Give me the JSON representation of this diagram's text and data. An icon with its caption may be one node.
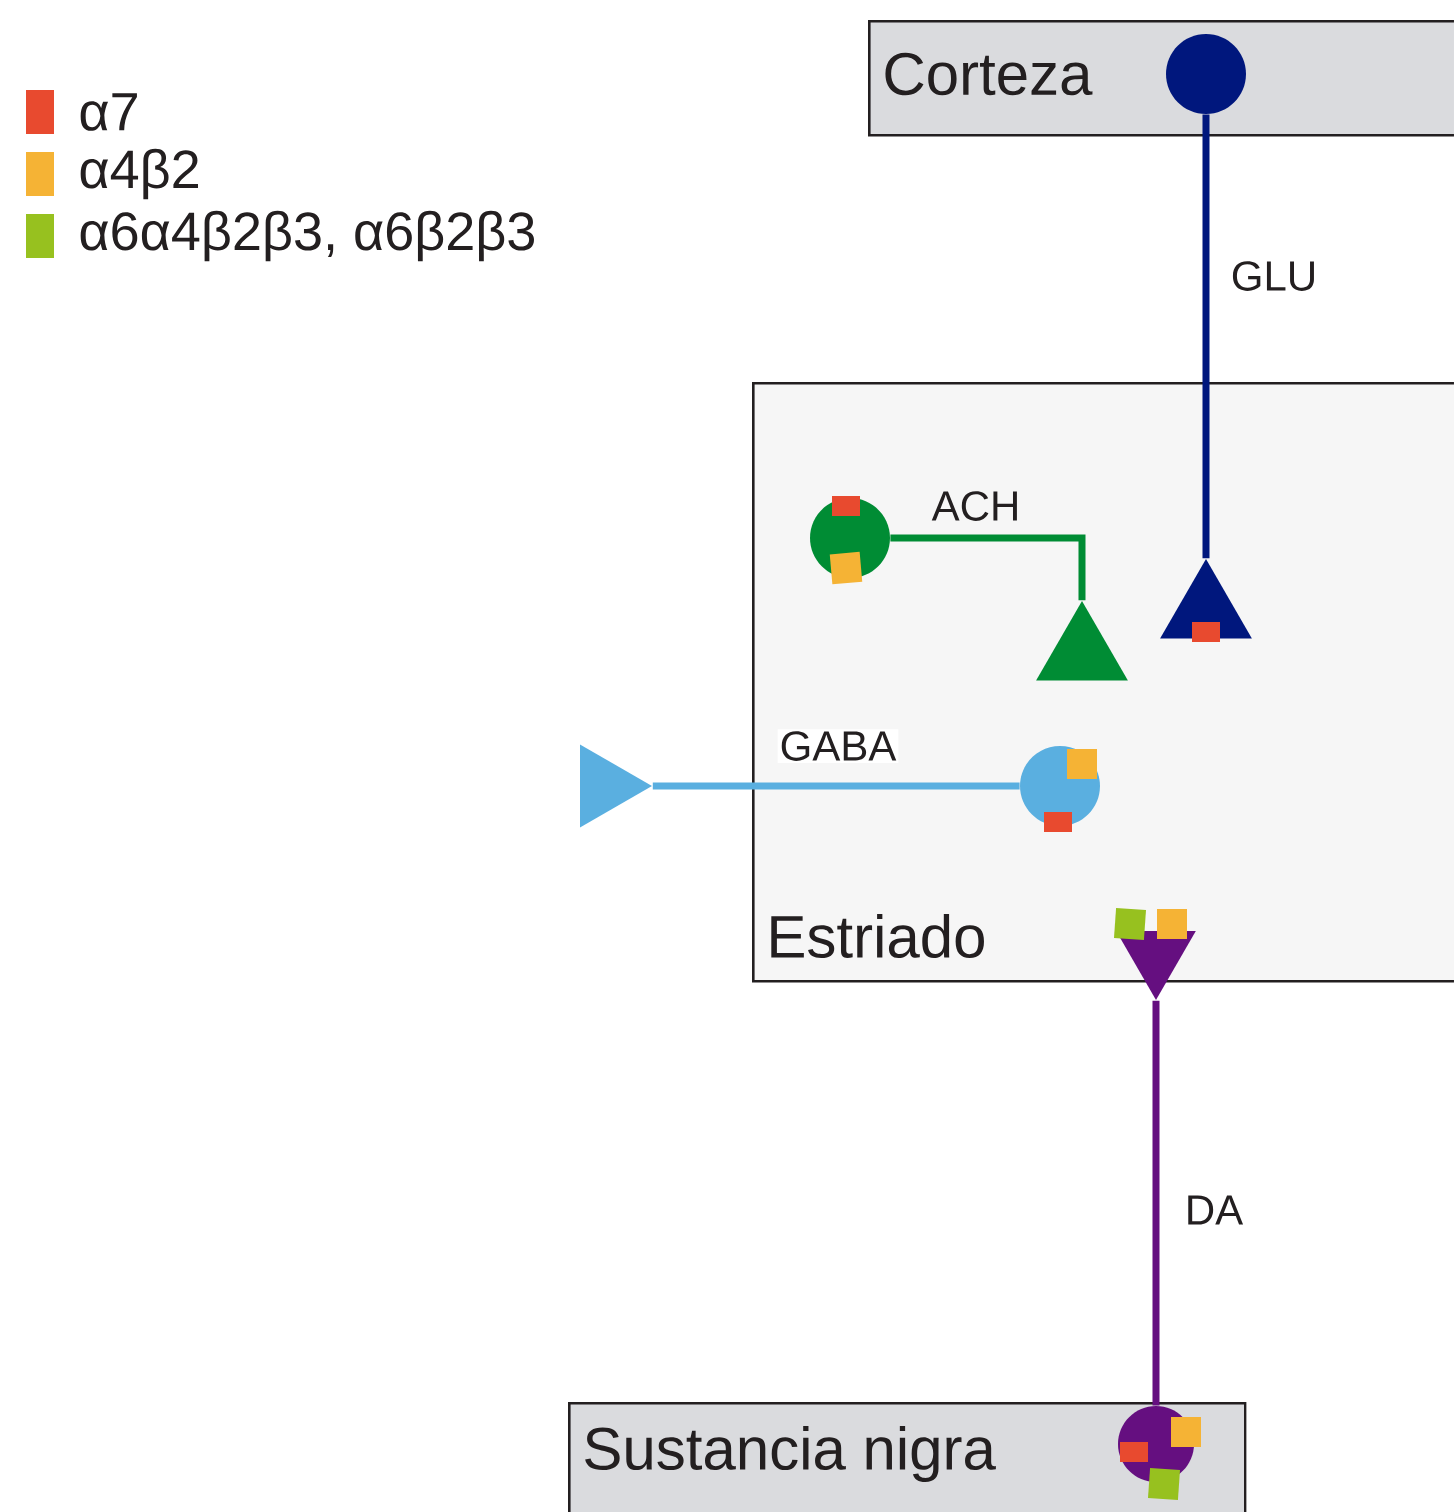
{
  "diagram": {
    "nodes": [
      {
        "text": [
          "Corteza"
        ]
      },
      {
        "text": [
          "Estriado"
        ]
      },
      {
        "text": [
          "Sustancia nigra"
        ]
      },
      {
        "text": [],
        "shape": "circle",
        "in": 0
      },
      {
        "text": [],
        "shape": "triangle",
        "in": 1
      },
      {
        "text": [],
        "shape": "circle",
        "in": 1
      },
      {
        "text": [],
        "shape": "triangle",
        "in": 1
      },
      {
        "text": [],
        "shape": "triangle"
      },
      {
        "text": [],
        "shape": "circle",
        "in": 1
      },
      {
        "text": [],
        "shape": "triangle"
      },
      {
        "text": [],
        "shape": "circle",
        "in": 2
      }
    ],
    "edges": [
      {
        "from": 3,
        "to": 4,
        "arrow": "none",
        "label": "GLU",
        "color": "#00177d"
      },
      {
        "from": 5,
        "to": 6,
        "arrow": "none",
        "label": "ACH",
        "color": "#008c34"
      },
      {
        "from": 8,
        "to": 7,
        "arrow": "none",
        "label": "GABA",
        "color": "#5aafe0"
      },
      {
        "from": 10,
        "to": 9,
        "arrow": "none",
        "label": "DA",
        "color": "#650f80"
      }
    ],
    "legend": [
      {
        "text": "α7",
        "color": "#e84a2f"
      },
      {
        "text": "α4β2",
        "color": "#f5b335"
      },
      {
        "text": "α6α4β2β3, α6β2β3",
        "color": "#97c11f"
      }
    ]
  }
}
